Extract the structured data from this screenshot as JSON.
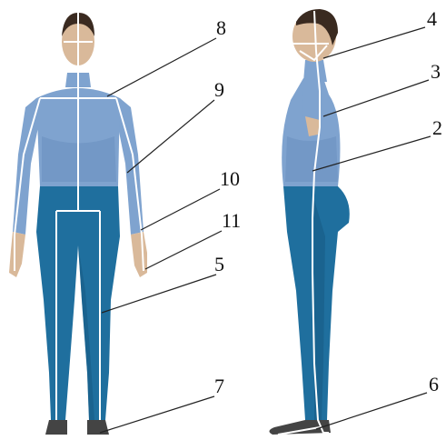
{
  "callouts": {
    "c2": "2",
    "c3": "3",
    "c4": "4",
    "c5": "5",
    "c6": "6",
    "c7": "7",
    "c8": "8",
    "c9": "9",
    "c10": "10",
    "c11": "11"
  },
  "colors": {
    "shirt": "#7fa3cf",
    "shirt_shade": "#5e84b4",
    "pants": "#1f6f9e",
    "pants_shade": "#15557c",
    "skin": "#d9b99a",
    "hair": "#3a2a20",
    "shoe": "#444444",
    "skeleton_line": "#ffffff",
    "leader_line": "#222222"
  }
}
